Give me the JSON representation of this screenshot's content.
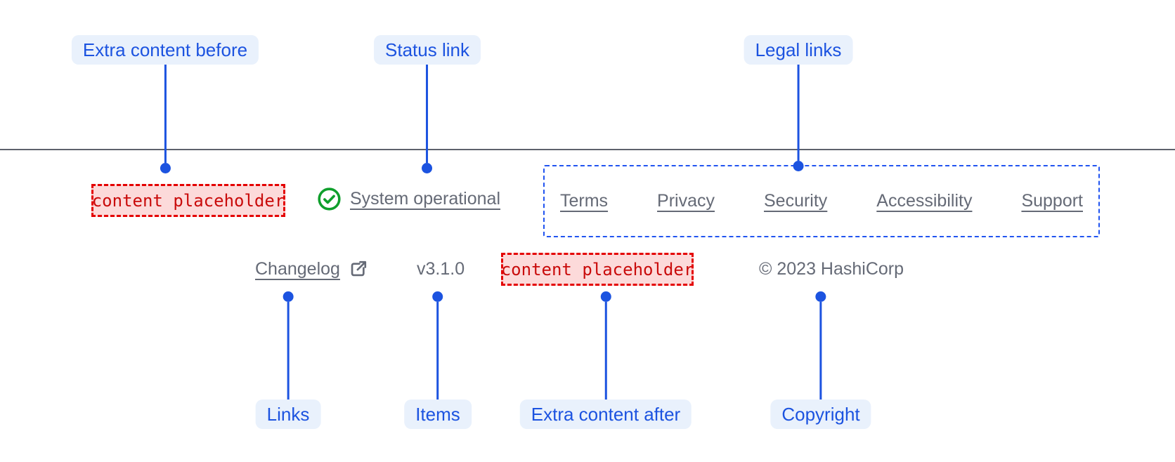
{
  "colors": {
    "annotation_blue": "#1c53e0",
    "annotation_pill_bg": "#e9f1fc",
    "placeholder_text_red": "#c90b0b",
    "placeholder_bg_pink": "#fcdada",
    "placeholder_border_red": "#e40000",
    "legal_box_border_blue": "#2154f0",
    "faint_text_gray": "#656a76",
    "status_green": "#0f9f2c",
    "divider_gray": "#5d626c"
  },
  "annotations": {
    "extra_content_before": "Extra content before",
    "status_link": "Status link",
    "legal_links": "Legal links",
    "links": "Links",
    "items": "Items",
    "extra_content_after": "Extra content after",
    "copyright": "Copyright"
  },
  "footer": {
    "extra_content_before_placeholder": "content placeholder",
    "status_link_label": "System operational",
    "status_icon": "check-circle-icon",
    "legal_links": [
      "Terms",
      "Privacy",
      "Security",
      "Accessibility",
      "Support"
    ],
    "changelog_label": "Changelog",
    "changelog_icon": "external-link-icon",
    "version": "v3.1.0",
    "extra_content_after_placeholder": "content placeholder",
    "copyright": "© 2023 HashiCorp"
  }
}
